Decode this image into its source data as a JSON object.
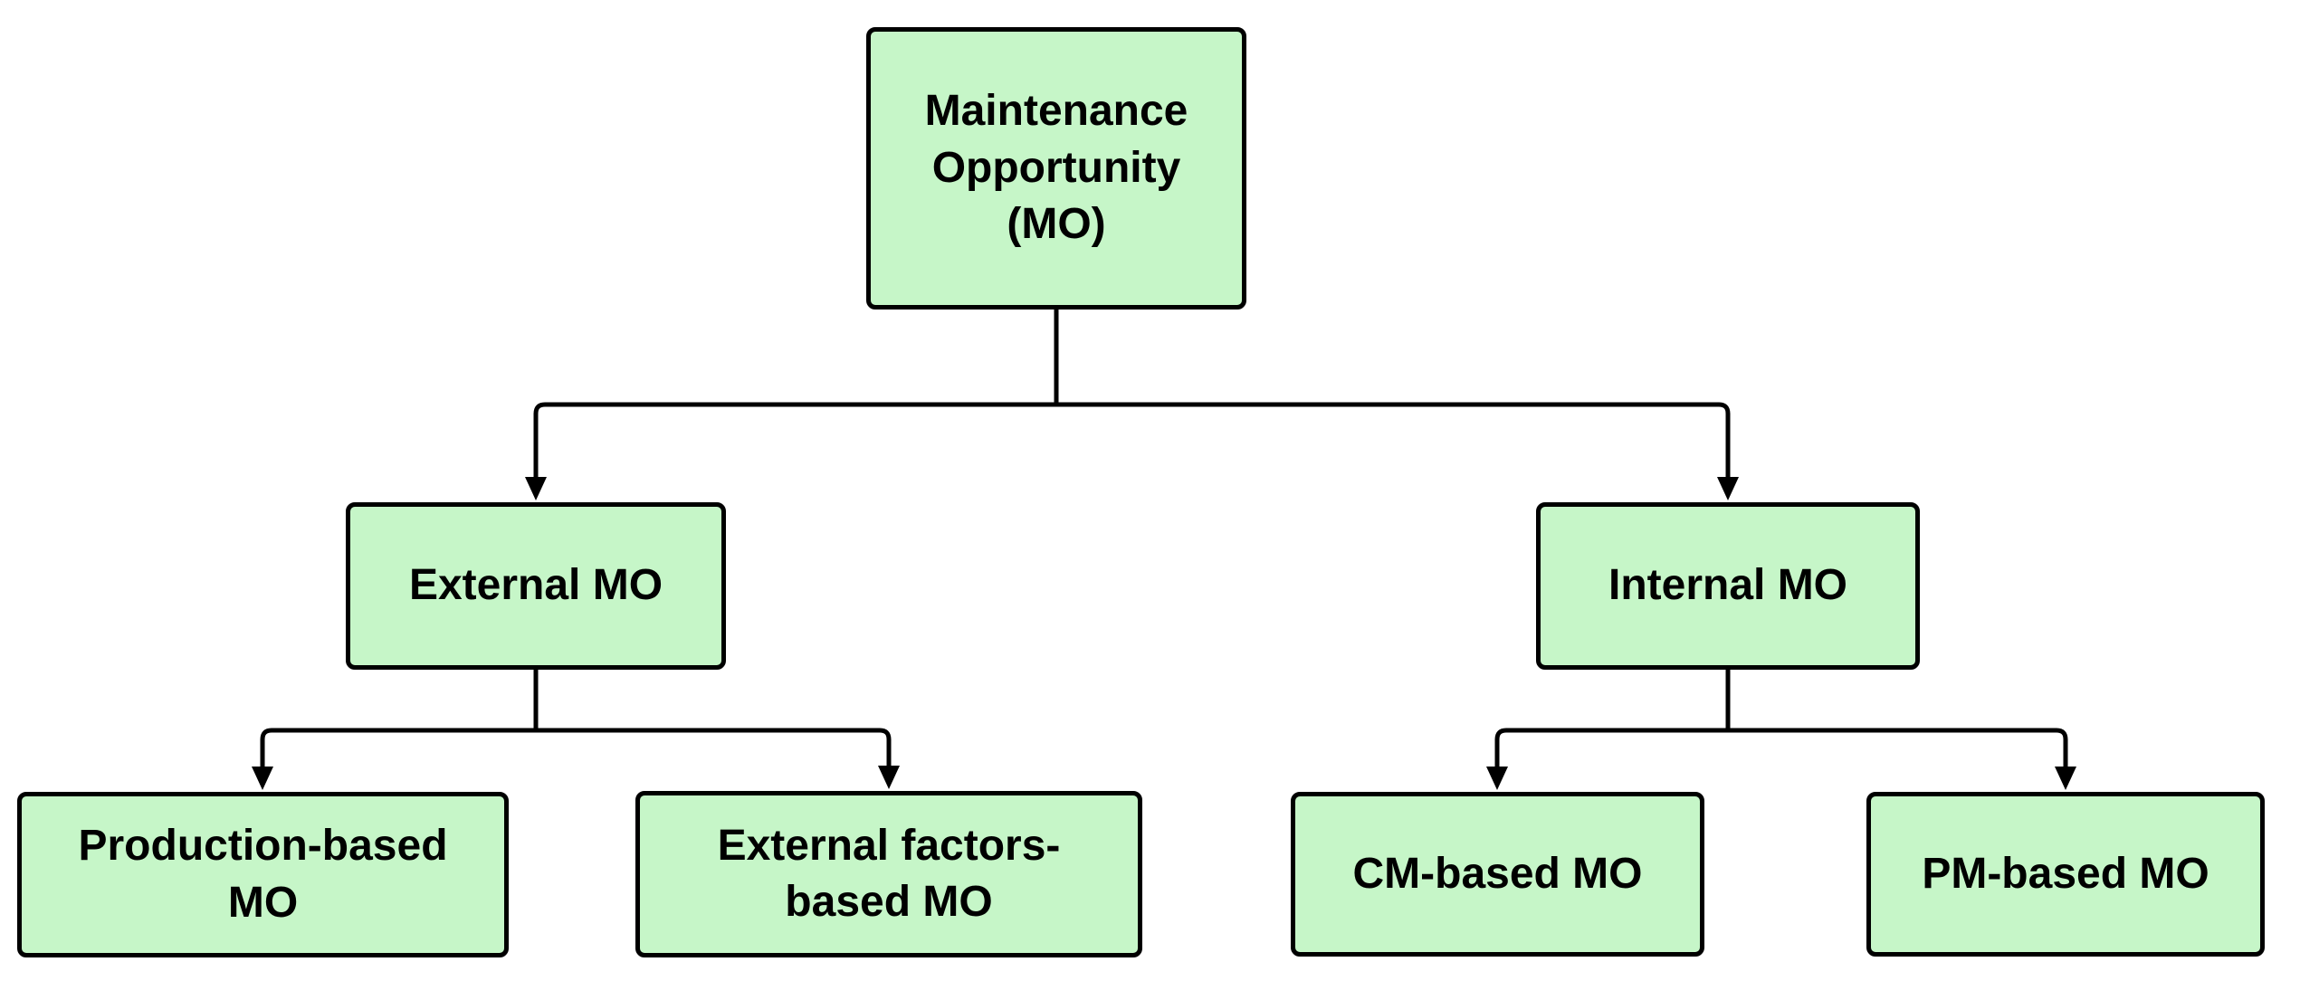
{
  "diagram": {
    "type": "flowchart",
    "direction": "top-down",
    "colors": {
      "node_fill": "#c6f6c8",
      "node_border": "#000000",
      "edge_stroke": "#000000",
      "text": "#000000",
      "background": "#ffffff"
    },
    "nodes": {
      "root": {
        "label": "Maintenance Opportunity (MO)"
      },
      "external": {
        "label": "External MO"
      },
      "internal": {
        "label": "Internal MO"
      },
      "production": {
        "label": "Production-based MO"
      },
      "external_factors": {
        "label": "External factors-based MO"
      },
      "cm": {
        "label": "CM-based MO"
      },
      "pm": {
        "label": "PM-based MO"
      }
    },
    "edges": [
      {
        "from": "Maintenance Opportunity (MO)",
        "to": "External MO"
      },
      {
        "from": "Maintenance Opportunity (MO)",
        "to": "Internal MO"
      },
      {
        "from": "External MO",
        "to": "Production-based MO"
      },
      {
        "from": "External MO",
        "to": "External factors-based MO"
      },
      {
        "from": "Internal MO",
        "to": "CM-based MO"
      },
      {
        "from": "Internal MO",
        "to": "PM-based MO"
      }
    ]
  }
}
